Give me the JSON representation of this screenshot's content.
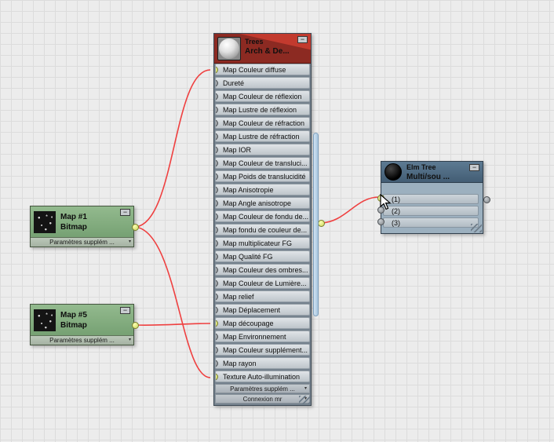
{
  "editor": {
    "background_color": "#ececec",
    "grid_color": "#dcdcdc",
    "wire_color": "#ef4040",
    "socket_connected_color": "#ccd659",
    "socket_free_color": "#83878b"
  },
  "icons": {
    "minimize": "−",
    "spinner": "▾",
    "material_preview": "sphere-thumbnail",
    "bitmap_preview": "noise-thumbnail",
    "multi_preview": "black-sphere-thumbnail"
  },
  "nodes": {
    "trees": {
      "title": "Trees",
      "subtitle": "Arch & De...",
      "header_color": "#8c2a22",
      "accent_color": "#c23a2e",
      "slots": [
        "Map Couleur diffuse",
        "Dureté",
        "Map Couleur de réflexion",
        "Map Lustre de réflexion",
        "Map Couleur de réfraction",
        "Map Lustre de réfraction",
        "Map IOR",
        "Map Couleur de transluci...",
        "Map Poids de translucidité",
        "Map Anisotropie",
        "Map Angle anisotrope",
        "Map Couleur de fondu de...",
        "Map fondu de couleur de...",
        "Map multiplicateur FG",
        "Map Qualité FG",
        "Map Couleur des ombres...",
        "Map Couleur de Lumière...",
        "Map relief",
        "Map Déplacement",
        "Map découpage",
        "Map Environnement",
        "Map Couleur supplément...",
        "Map rayon",
        "Texture Auto-illumination"
      ],
      "connected_slot_indices": [
        0,
        19,
        23
      ],
      "footers": [
        "Paramètres supplém ...",
        "Connexion mr"
      ]
    },
    "map1": {
      "title": "Map #1",
      "subtitle": "Bitmap",
      "footer": "Paramètres supplém ...",
      "header_color": "#86ae86"
    },
    "map5": {
      "title": "Map #5",
      "subtitle": "Bitmap",
      "footer": "Paramètres supplém ...",
      "header_color": "#86ae86"
    },
    "elm_tree": {
      "title": "Elm Tree",
      "subtitle": "Multi/sou ...",
      "header_color": "#4d6880",
      "slots": [
        "(1)",
        "(2)",
        "(3)"
      ],
      "connected_slot_indices": [
        0
      ]
    }
  },
  "connections": [
    {
      "from": "Map #1 (Bitmap)",
      "to": "Trees : Map Couleur diffuse"
    },
    {
      "from": "Map #1 (Bitmap)",
      "to": "Trees : Texture Auto-illumination"
    },
    {
      "from": "Map #5 (Bitmap)",
      "to": "Trees : Map découpage"
    },
    {
      "from": "Trees (Arch & Design)",
      "to": "Elm Tree : (1)"
    }
  ]
}
